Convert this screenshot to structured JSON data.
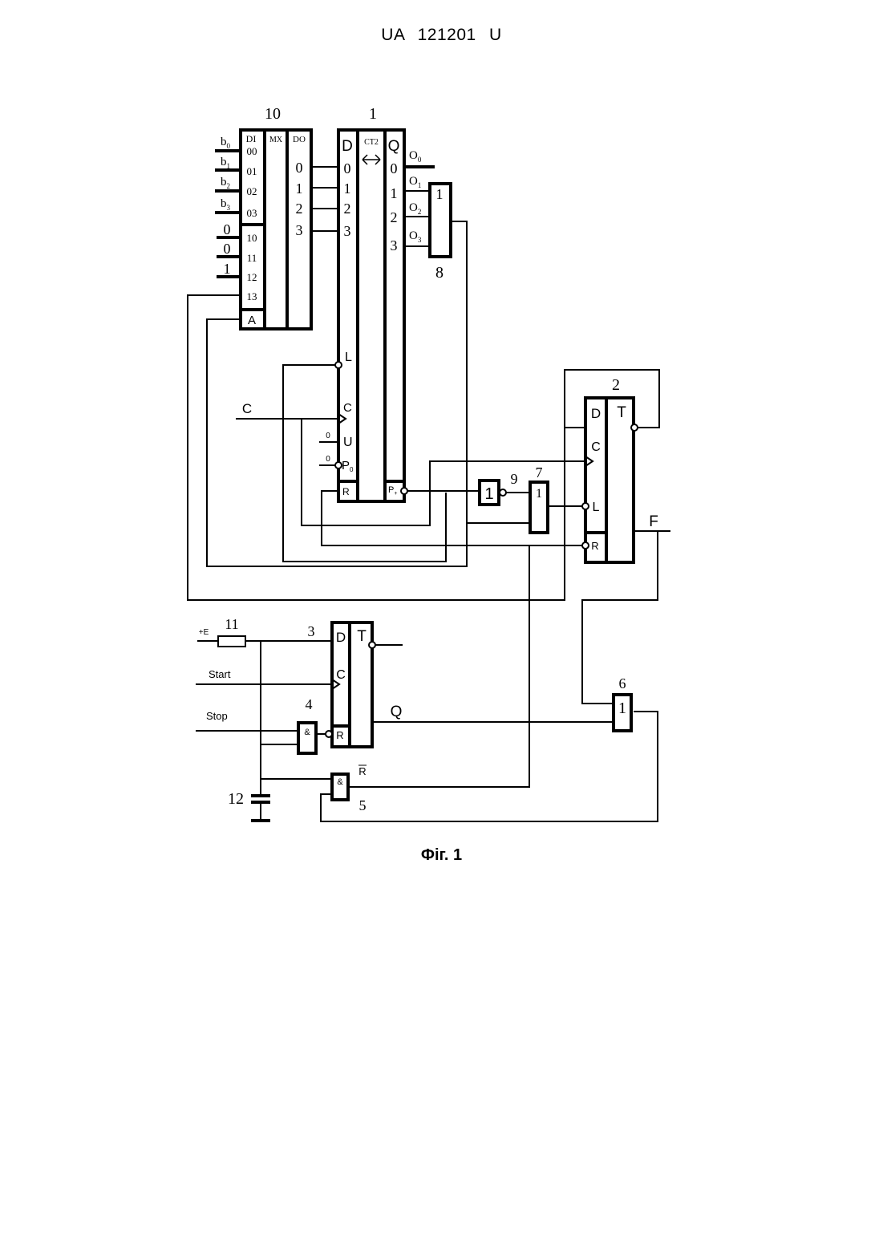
{
  "header": {
    "patent_number": "UA   121201   U"
  },
  "caption": "Фіг. 1",
  "multiplexer": {
    "ref": "10",
    "col_di": "DI",
    "col_mx": "MX",
    "col_do": "DO",
    "inputs": [
      "00",
      "01",
      "02",
      "03",
      "10",
      "11",
      "12",
      "13"
    ],
    "address": "A",
    "outputs": [
      "0",
      "1",
      "2",
      "3"
    ],
    "bus_b": [
      "b",
      "b",
      "b",
      "b"
    ],
    "bus_b_sub": [
      "0",
      "1",
      "2",
      "3"
    ],
    "const_inputs": [
      "0",
      "0",
      "1"
    ]
  },
  "counter": {
    "ref": "1",
    "col_d": "D",
    "col_type": "CT2",
    "col_q": "Q",
    "d_inputs": [
      "0",
      "1",
      "2",
      "3"
    ],
    "q_outputs": [
      "0",
      "1",
      "2",
      "3"
    ],
    "out_names": [
      "O",
      "O",
      "O",
      "O"
    ],
    "out_subs": [
      "0",
      "1",
      "2",
      "3"
    ],
    "pins": {
      "l": "L",
      "c": "C",
      "u": "U",
      "p0": "P",
      "p0_sub": "0",
      "r": "R",
      "p_out": "P",
      "p_out_sub": "+"
    },
    "const_u": "0",
    "const_p": "0"
  },
  "or_gate_8": {
    "ref": "8",
    "sym": "1"
  },
  "trigger_2": {
    "ref": "2",
    "d": "D",
    "t": "T",
    "c": "C",
    "l": "L",
    "r": "R",
    "out": "F"
  },
  "inverter_9": {
    "ref": "9",
    "sym": "1"
  },
  "or_gate_7": {
    "ref": "7",
    "sym": "1"
  },
  "or_gate_6": {
    "ref": "6",
    "sym": "1"
  },
  "clock_input": "C",
  "trigger_3": {
    "ref": "3",
    "d": "D",
    "t": "T",
    "c": "C",
    "r": "R",
    "out_q": "Q"
  },
  "resistor_11": {
    "ref": "11",
    "supply": "+E"
  },
  "capacitor_12": {
    "ref": "12"
  },
  "and_gate_4": {
    "ref": "4",
    "sym": "&"
  },
  "and_gate_5": {
    "ref": "5",
    "sym": "&",
    "out_label": "R"
  },
  "signals": {
    "start": "Start",
    "stop": "Stop"
  }
}
